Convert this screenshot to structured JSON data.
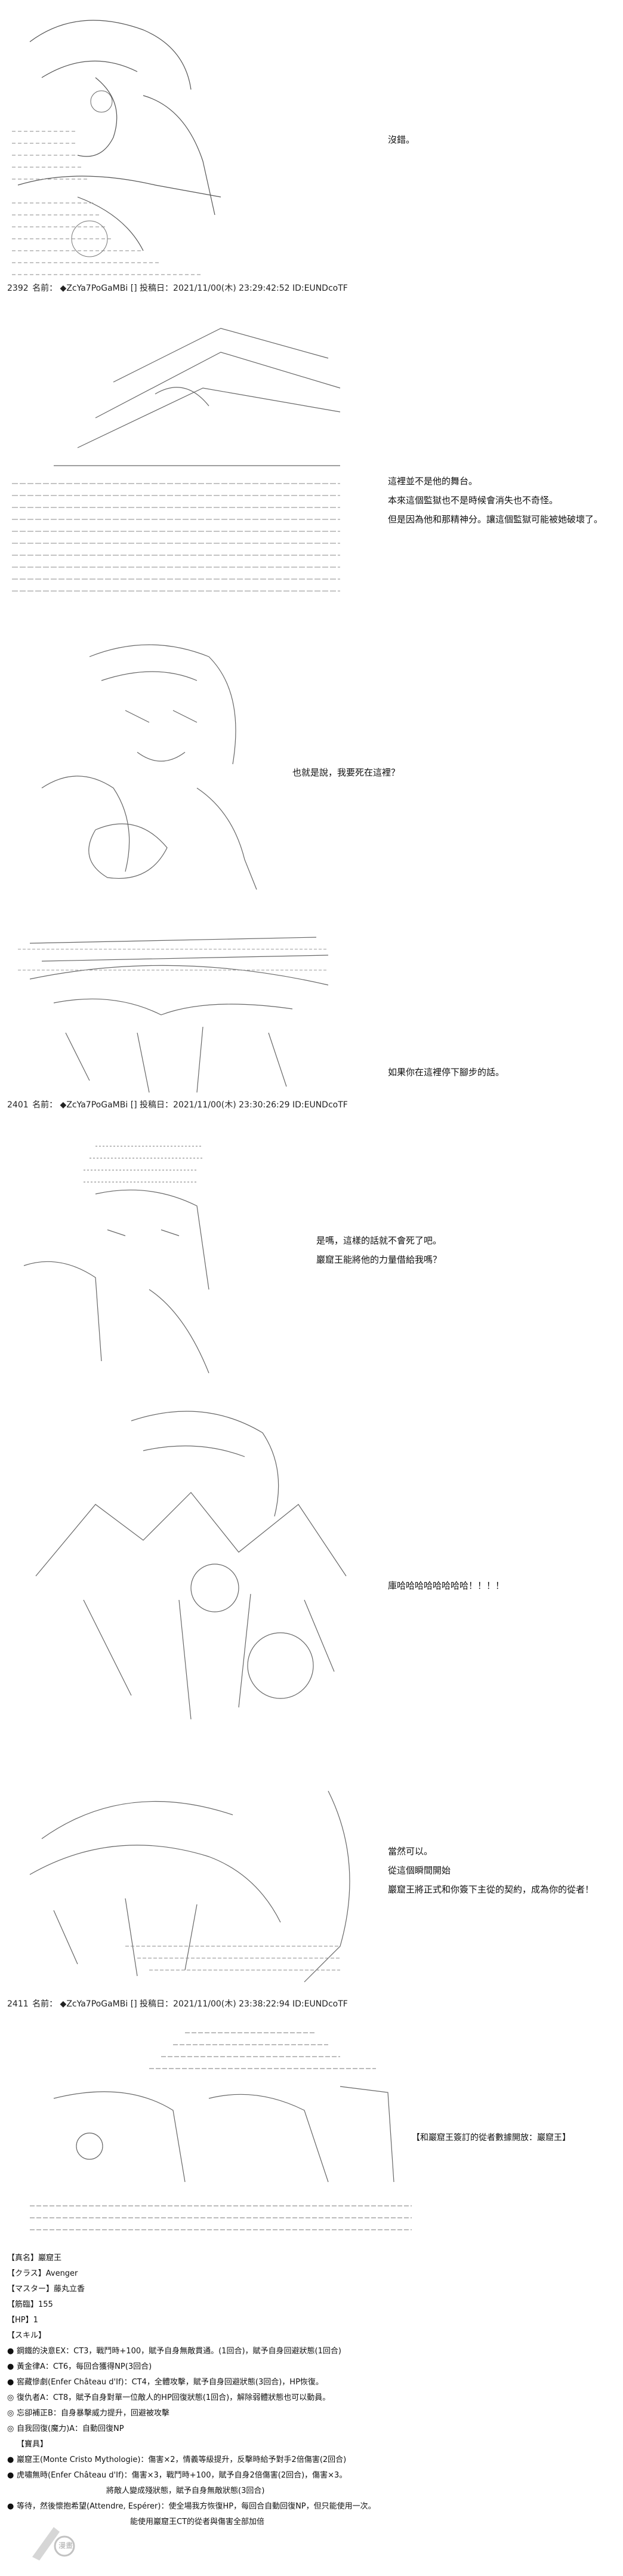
{
  "panels": [
    {
      "id": "p1",
      "dialogue": [
        "沒錯。"
      ]
    },
    {
      "id": "p2",
      "dialogue": [
        "這裡並不是他的舞台。",
        "本來這個監獄也不是時候會消失也不奇怪。",
        "但是因為他和那精神分。讓這個監獄可能被她破壞了。"
      ]
    },
    {
      "id": "p3",
      "dialogue": [
        "也就是說，我要死在這裡？"
      ]
    },
    {
      "id": "p4",
      "dialogue": [
        "如果你在這裡停下腳步的話。"
      ]
    },
    {
      "id": "p5",
      "dialogue": [
        "是嗎，這樣的話就不會死了吧。",
        "巖窟王能將他的力量借給我嗎？"
      ]
    },
    {
      "id": "p6",
      "dialogue": [
        "庫哈哈哈哈哈哈哈哈！！！！"
      ]
    },
    {
      "id": "p7",
      "dialogue": [
        "當然可以。",
        "從這個瞬間開始",
        "巖窟王將正式和你簽下主從的契約，成為你的從者！"
      ]
    },
    {
      "id": "p8",
      "dialogue": [
        "【和巖窟王簽訂的從者數據開放：巖窟王】"
      ]
    }
  ],
  "posts": [
    {
      "num": "2392",
      "label": "名前：",
      "name": "◆ZcYa7PoGaMBi",
      "trip": "[] 投稿日：2021/11/00(木) 23:29:42:52 ID:EUNDcoTF"
    },
    {
      "num": "2401",
      "label": "名前：",
      "name": "◆ZcYa7PoGaMBi",
      "trip": "[] 投稿日：2021/11/00(木) 23:30:26:29 ID:EUNDcoTF"
    },
    {
      "num": "2411",
      "label": "名前：",
      "name": "◆ZcYa7PoGaMBi",
      "trip": "[] 投稿日：2021/11/00(木) 23:38:22:94 ID:EUNDcoTF"
    }
  ],
  "status": {
    "lines": [
      "【真名】巖窟王",
      "【クラス】Avenger",
      "【マスター】藤丸立香",
      "【筋臨】155",
      "【HP】1",
      "【スキル】"
    ],
    "skills": [
      {
        "bullet": "●",
        "text": "鋼鐵的決意EX：CT3，戰鬥時+100，賦予自身無敵貫通。(1回合)，賦予自身回避狀態(1回合)"
      },
      {
        "bullet": "●",
        "text": "黃金律A：CT6，每回合獲得NP(3回合)"
      },
      {
        "bullet": "●",
        "text": "窖藏慘劇(Enfer Château d'If)：CT4，全體攻擊，賦予自身回避狀態(3回合)，HP恢復。"
      },
      {
        "bullet": "◎",
        "text": "復仇者A：CT8，賦予自身對單一位敵人的HP回復狀態(1回合)，解除弱體狀態也可以動員。"
      },
      {
        "bullet": "◎",
        "text": "忘卻補正B：自身暴擊威力提升，回避被攻擊"
      },
      {
        "bullet": "◎",
        "text": "自我回復(魔力)A：自動回復NP"
      },
      {
        "bullet": "",
        "text": "【寶具】"
      },
      {
        "bullet": "●",
        "text": "巖窟王(Monte Cristo Mythologie)：傷害×2，情義等級提升，反擊時給予對手2倍傷害(2回合)"
      },
      {
        "bullet": "●",
        "text": "虎嘯無時(Enfer Château d'If)：傷害×3，戰鬥時+100，賦予自身2倍傷害(2回合)，傷害×3。"
      },
      {
        "bullet": "",
        "text": "將敵人變成殘狀態，賦予自身無敵狀態(3回合)"
      },
      {
        "bullet": "●",
        "text": "等待，然後懷抱希望(Attendre, Espérer)：使全場我方恢復HP，每回合自動回復NP，但只能使用一次。"
      },
      {
        "bullet": "",
        "text": "能使用巖窟王CT的從者與傷害全部加倍"
      }
    ]
  },
  "watermark": {
    "label": "漫畫",
    "icon": "seal-icon"
  }
}
